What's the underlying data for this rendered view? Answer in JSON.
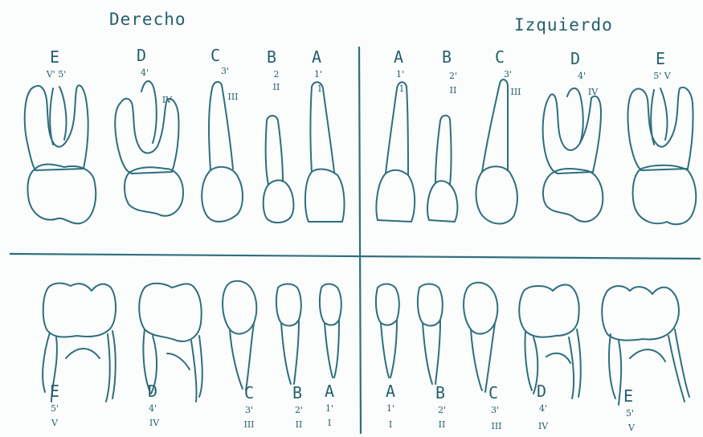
{
  "titles": {
    "right": "Derecho",
    "left": "Izquierdo"
  },
  "upper": [
    {
      "letter": "E",
      "l1": "V' 5'",
      "l2": ""
    },
    {
      "letter": "D",
      "l1": "4'",
      "l2": "IV"
    },
    {
      "letter": "C",
      "l1": "3'",
      "l2": "III"
    },
    {
      "letter": "B",
      "l1": "2",
      "l2": "II"
    },
    {
      "letter": "A",
      "l1": "1'",
      "l2": "1"
    },
    {
      "letter": "A",
      "l1": "1'",
      "l2": "1"
    },
    {
      "letter": "B",
      "l1": "2'",
      "l2": "II"
    },
    {
      "letter": "C",
      "l1": "3'",
      "l2": "III"
    },
    {
      "letter": "D",
      "l1": "4'",
      "l2": "IV"
    },
    {
      "letter": "E",
      "l1": "5' V",
      "l2": ""
    }
  ],
  "lower": [
    {
      "letter": "E",
      "l1": "5'",
      "l2": "V"
    },
    {
      "letter": "D",
      "l1": "4'",
      "l2": "IV"
    },
    {
      "letter": "C",
      "l1": "3'",
      "l2": "III"
    },
    {
      "letter": "B",
      "l1": "2'",
      "l2": "II"
    },
    {
      "letter": "A",
      "l1": "1'",
      "l2": "I"
    },
    {
      "letter": "A",
      "l1": "1'",
      "l2": "I"
    },
    {
      "letter": "B",
      "l1": "2'",
      "l2": "II"
    },
    {
      "letter": "C",
      "l1": "3'",
      "l2": "III"
    },
    {
      "letter": "D",
      "l1": "4'",
      "l2": "IV"
    },
    {
      "letter": "E",
      "l1": "5'",
      "l2": "V"
    }
  ],
  "colors": {
    "ink": "#2e6f7d",
    "paper": "#fbfcfc"
  }
}
